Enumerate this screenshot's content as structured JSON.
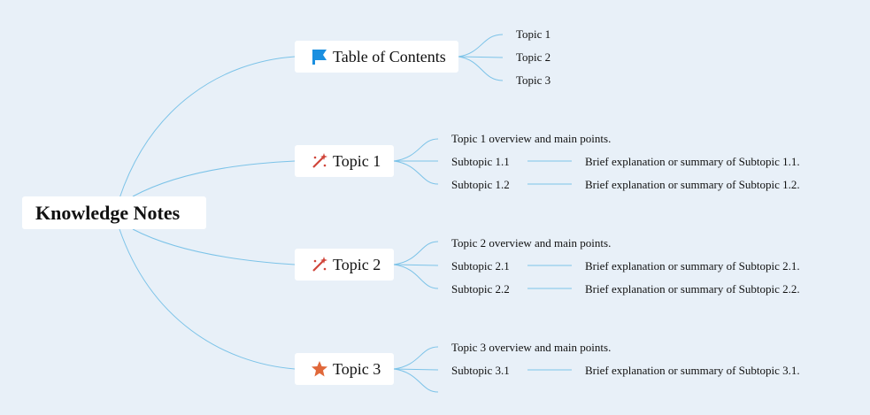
{
  "colors": {
    "background": "#e8f0f8",
    "link": "#7cc3e8",
    "flag": "#1a8fe0",
    "wand": "#d0453a",
    "star": "#e0683a"
  },
  "root": {
    "label": "Knowledge Notes"
  },
  "toc": {
    "label": "Table of Contents",
    "icon": "flag-icon",
    "items": [
      "Topic 1",
      "Topic 2",
      "Topic 3"
    ]
  },
  "topics": [
    {
      "label": "Topic 1",
      "icon": "magic-wand-icon",
      "overview": "Topic 1 overview and main points.",
      "subtopics": [
        {
          "label": "Subtopic 1.1",
          "detail": "Brief explanation or summary of Subtopic 1.1."
        },
        {
          "label": "Subtopic 1.2",
          "detail": "Brief explanation or summary of Subtopic 1.2."
        }
      ]
    },
    {
      "label": "Topic 2",
      "icon": "magic-wand-icon",
      "overview": "Topic 2 overview and main points.",
      "subtopics": [
        {
          "label": "Subtopic 2.1",
          "detail": "Brief explanation or summary of Subtopic 2.1."
        },
        {
          "label": "Subtopic 2.2",
          "detail": "Brief explanation or summary of Subtopic 2.2."
        }
      ]
    },
    {
      "label": "Topic 3",
      "icon": "star-icon",
      "overview": "Topic 3 overview and main points.",
      "subtopics": [
        {
          "label": "Subtopic 3.1",
          "detail": "Brief explanation or summary of Subtopic 3.1."
        }
      ]
    }
  ]
}
